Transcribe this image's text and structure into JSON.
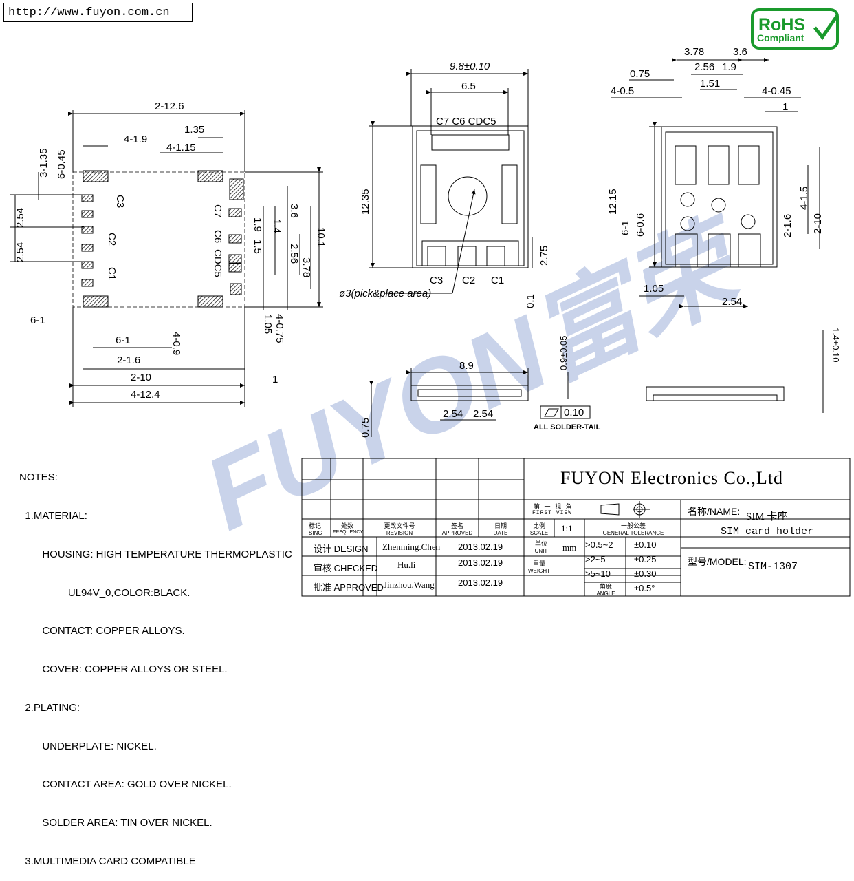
{
  "header": {
    "url": "http://www.fuyon.com.cn",
    "rohs_line1": "RoHS",
    "rohs_line2": "Compliant"
  },
  "watermark": "FUYON富荣",
  "dimensions": {
    "left_view": {
      "d_2_12_6": "2-12.6",
      "d_4_1_9": "4-1.9",
      "d_1_35": "1.35",
      "d_4_1_15": "4-1.15",
      "d_6_0_45": "6-0.45",
      "d_3_1_35": "3-1.35",
      "d_2_54a": "2.54",
      "d_2_54b": "2.54",
      "c3": "C3",
      "c2": "C2",
      "c1": "C1",
      "c7": "C7",
      "c6": "C6",
      "cdc5": "CDC5",
      "d_3_6": "3.6",
      "d_1_9": "1.9",
      "d_1_4": "1.4",
      "d_1_5": "1.5",
      "d_2_56": "2.56",
      "d_3_78": "3.78",
      "d_10_1": "10.1",
      "d_6_1a": "6-1",
      "d_6_1b": "6-1",
      "d_4_0_9": "4-0.9",
      "d_1_05": "1.05",
      "d_4_0_75": "4-0.75",
      "d_2_1_6": "2-1.6",
      "d_2_10": "2-10",
      "d_4_12_4": "4-12.4",
      "d_1": "1"
    },
    "center_view": {
      "d_9_8": "9.8±0.10",
      "d_6_5": "6.5",
      "top_labels": "C7  C6 CDC5",
      "d_12_35": "12.35",
      "d_2_75": "2.75",
      "d_0_1": "0.1",
      "bottom_labels": [
        "C3",
        "C2",
        "C1"
      ],
      "pick_place": "ø3(pick&place area)",
      "d_8_9": "8.9",
      "d_0_9": "0.9±0.05",
      "d_0_75": "0.75",
      "d_2_54a": "2.54",
      "d_2_54b": "2.54",
      "d_0_10": "0.10",
      "solder_note": "ALL SOLDER-TAIL"
    },
    "right_view": {
      "d_3_78": "3.78",
      "d_3_6": "3.6",
      "d_0_75": "0.75",
      "d_2_56": "2.56",
      "d_1_9": "1.9",
      "d_1_51": "1.51",
      "d_4_0_5": "4-0.5",
      "d_4_0_45": "4-0.45",
      "d_1": "1",
      "d_12_15": "12.15",
      "d_6_1": "6-1",
      "d_6_0_6": "6-0.6",
      "d_2_1_6": "2-1.6",
      "d_4_1_5": "4-1.5",
      "d_2_10": "2-10",
      "d_1_05": "1.05",
      "d_2_54": "2.54",
      "d_1_4": "1.4±0.10"
    }
  },
  "notes": {
    "title": "NOTES:",
    "lines": [
      "  1.MATERIAL:",
      "        HOUSING: HIGH TEMPERATURE THERMOPLASTIC",
      "                 UL94V_0,COLOR:BLACK.",
      "        CONTACT: COPPER ALLOYS.",
      "        COVER: COPPER ALLOYS OR STEEL.",
      "  2.PLATING:",
      "        UNDERPLATE: NICKEL.",
      "        CONTACT AREA: GOLD OVER NICKEL.",
      "        SOLDER AREA: TIN OVER NICKEL.",
      "  3.MULTIMEDIA CARD COMPATIBLE"
    ]
  },
  "title_block": {
    "company": "FUYON Electronics Co.,Ltd",
    "first_view_cn": "第 一 视 角",
    "first_view_en": "FIRST VIEW",
    "headers": {
      "sign_cn": "标记",
      "sign_en": "SING",
      "freq_cn": "处数",
      "freq_en": "FREQUENCY",
      "rev_cn": "更改文件号",
      "rev_en": "REVISION",
      "appr_cn": "签名",
      "appr_en": "APPROVED",
      "date_cn": "日期",
      "date_en": "DATE",
      "scale_cn": "比例",
      "scale_en": "SCALE",
      "scale_val": "1:1",
      "tol_cn": "一般公差",
      "tol_en": "GENERAL TOLERANCE"
    },
    "rows": [
      {
        "label": "设计 DESIGN",
        "name": "Zhenming.Chen",
        "date": "2013.02.19"
      },
      {
        "label": "审核 CHECKED",
        "name": "Hu.li",
        "date": "2013.02.19"
      },
      {
        "label": "批准 APPROVED",
        "name": "Jinzhou.Wang",
        "date": "2013.02.19"
      }
    ],
    "unit_cn": "单位",
    "unit_en": "UNIT",
    "unit_val": "mm",
    "weight_cn": "重量",
    "weight_en": "WEIGHT",
    "tolerances": [
      {
        "range": ">0.5~2",
        "tol": "±0.10"
      },
      {
        "range": ">2~5",
        "tol": "±0.25"
      },
      {
        "range": ">5~10",
        "tol": "±0.30"
      },
      {
        "range_cn": "角度",
        "range_en": "ANGLE",
        "tol": "±0.5°"
      }
    ],
    "name_label": "名称/NAME:",
    "name_cn": "SIM 卡座",
    "name_en": "SIM card holder",
    "model_label": "型号/MODEL:",
    "model_val": "SIM-1307"
  }
}
